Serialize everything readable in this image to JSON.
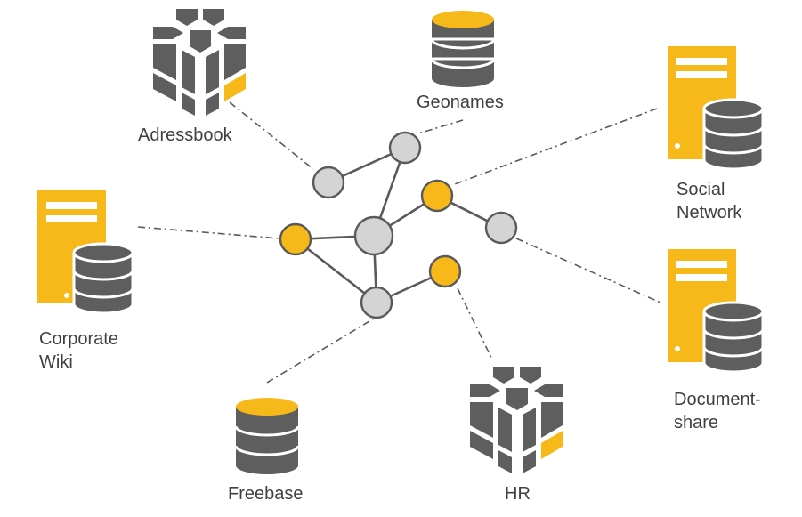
{
  "colors": {
    "accent": "#F7B91A",
    "dark": "#5E5E5E",
    "node_gray": "#D4D4D4",
    "node_yellow": "#F7B91A",
    "node_stroke": "#5A5A5A",
    "edge": "#5A5A5A",
    "text": "#404040"
  },
  "sources": {
    "adressbook": {
      "label": "Adressbook",
      "icon": "cube-icon"
    },
    "geonames": {
      "label": "Geonames",
      "icon": "database-icon"
    },
    "social": {
      "line1": "Social",
      "line2": "Network",
      "icon": "server-database-icon"
    },
    "wiki": {
      "line1": "Corporate",
      "line2": "Wiki",
      "icon": "server-database-icon"
    },
    "docshare": {
      "line1": "Document-",
      "line2": "share",
      "icon": "server-database-icon"
    },
    "freebase": {
      "label": "Freebase",
      "icon": "database-icon"
    },
    "hr": {
      "label": "HR",
      "icon": "cube-icon"
    }
  }
}
